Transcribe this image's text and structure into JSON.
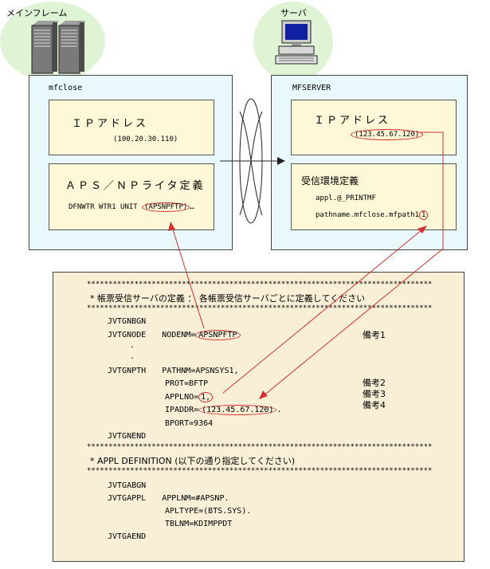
{
  "mainframe": {
    "title": "メインフレーム",
    "host": "mfclose",
    "ip_title": "ＩＰアドレス",
    "ip_value": "(100.20.30.110)",
    "aps_title": "ＡＰＳ／ＮＰライタ定義",
    "aps_line_prefix": "DFNWTR WTR1 UNIT",
    "aps_line_highlight": "(APSNPFTP)",
    "aps_line_suffix": "…"
  },
  "server": {
    "title": "サーバ",
    "host": "MFSERVER",
    "ip_title": "ＩＰアドレス",
    "ip_value": "(123.45.67.120)",
    "recv_title": "受信環境定義",
    "recv_line1": "appl.@_PRINTMF",
    "recv_line2_prefix": "pathname.mfclose.mfpath1",
    "recv_line2_highlight": "1"
  },
  "listing": {
    "stars": "********************************************************************************",
    "comment1": "*  帳票受信サーバの定義  ：  各帳票受信サーバごとに定義してください",
    "jvtgnbgn": "JVTGNBGN",
    "jvtgnode": "JVTGNODE",
    "nodenm_prefix": "NODENM=",
    "nodenm_value": "APSNPFTP",
    "dot": ".",
    "jvtgnpth": "JVTGNPTH",
    "pathnm": "PATHNM=APSNSYS1,",
    "prot": "PROT=BFTP",
    "applno_prefix": "APPLNO=",
    "applno_value": "1,",
    "ipaddr_prefix": "IPADDR=",
    "ipaddr_value": "(123.45.67.120)",
    "ipaddr_suffix": ".",
    "bport": "BPORT=9364",
    "jvtgnend": "JVTGNEND",
    "comment2": "*  APPL DEFINITION (以下の通り指定してください)",
    "jvtgabgn": "JVTGABGN",
    "jvtgappl": "JVTGAPPL",
    "applnm": "APPLNM=#APSNP.",
    "apltype": "APLTYPE=(BTS.SYS).",
    "tblnm": "TBLNM=KDIMPPDT",
    "jvtgaend": "JVTGAEND",
    "remark1": "備考1",
    "remark2": "備考2",
    "remark3": "備考3",
    "remark4": "備考4"
  },
  "colors": {
    "panel_bg": "#e8f8fb",
    "box_bg": "#fff8d8",
    "listing_bg": "#f8efd6",
    "highlight_red": "#d83030",
    "cloud_green": "#dff3d5"
  }
}
